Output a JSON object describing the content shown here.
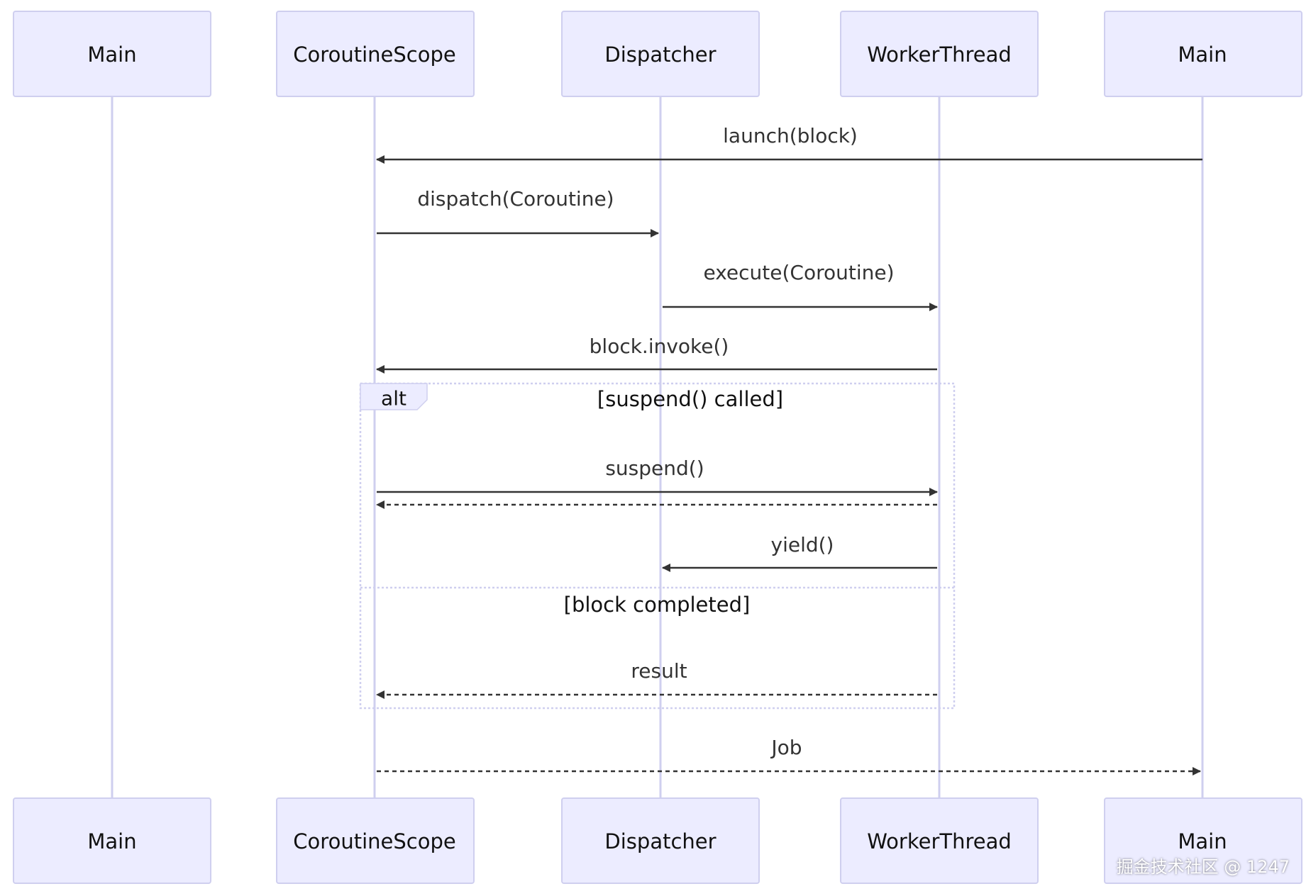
{
  "diagram": {
    "type": "sequence",
    "actors": [
      "Main",
      "CoroutineScope",
      "Dispatcher",
      "WorkerThread",
      "Main"
    ],
    "messages": [
      {
        "from": 4,
        "to": 1,
        "label": "launch(block)",
        "style": "solid"
      },
      {
        "from": 1,
        "to": 2,
        "label": "dispatch(Coroutine)",
        "style": "solid"
      },
      {
        "from": 2,
        "to": 3,
        "label": "execute(Coroutine)",
        "style": "solid"
      },
      {
        "from": 3,
        "to": 1,
        "label": "block.invoke()",
        "style": "solid"
      },
      {
        "from": 1,
        "to": 3,
        "label": "suspend()",
        "style": "solid"
      },
      {
        "from": 3,
        "to": 1,
        "label": "",
        "style": "dashed"
      },
      {
        "from": 3,
        "to": 2,
        "label": "yield()",
        "style": "solid"
      },
      {
        "from": 3,
        "to": 1,
        "label": "result",
        "style": "dashed"
      },
      {
        "from": 1,
        "to": 4,
        "label": "Job",
        "style": "dashed"
      }
    ],
    "alt_frame": {
      "type_label": "alt",
      "condition_1": "[suspend() called]",
      "condition_2": "[block completed]"
    }
  },
  "colors": {
    "actor_fill": "#ECECFF",
    "actor_border": "#CFCFEF",
    "lifeline": "#CFCFEF",
    "arrow": "#333333"
  },
  "watermark": "掘金技术社区 @ 1247"
}
